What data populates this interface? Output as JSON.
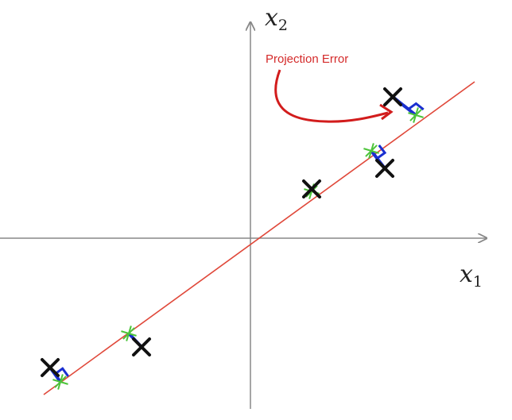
{
  "labels": {
    "x_axis": "x",
    "x_axis_sub": "1",
    "y_axis": "x",
    "y_axis_sub": "2",
    "annotation": "Projection Error"
  },
  "colors": {
    "axes": "#888888",
    "line": "#e0483a",
    "points": "#111111",
    "projections": "#4cc43a",
    "error_segments": "#1a2fd0",
    "annotation": "#d42a2a"
  },
  "icons": {
    "point_marker": "x-cross",
    "projection_marker": "green-asterisk"
  }
}
